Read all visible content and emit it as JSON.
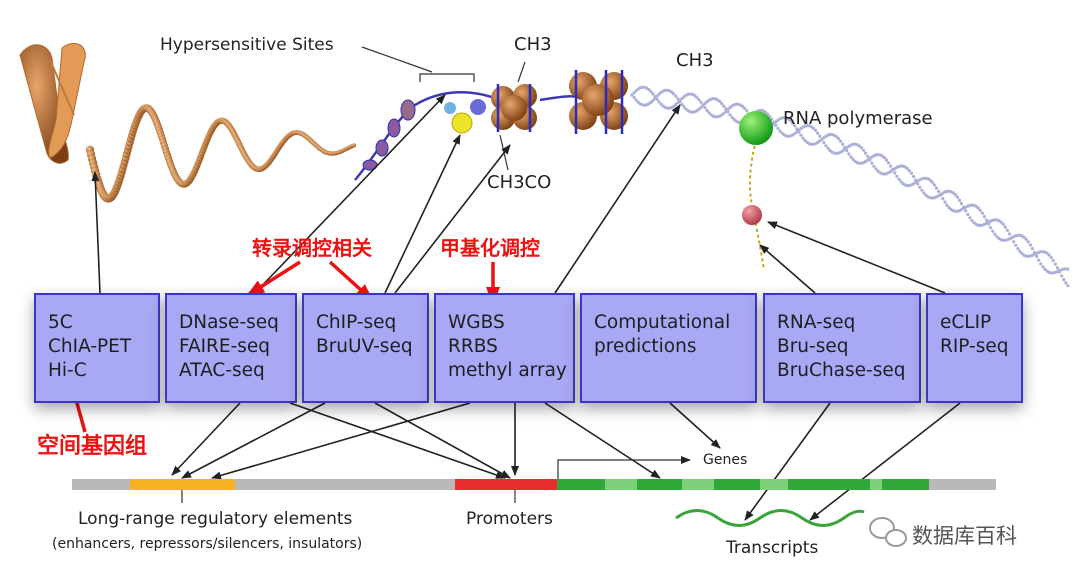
{
  "top_labels": {
    "hypersensitive_sites": "Hypersensitive Sites",
    "ch3_left": "CH3",
    "ch3_right": "CH3",
    "ch3co": "CH3CO",
    "rna_polymerase": "RNA polymerase"
  },
  "red_annotations": {
    "transcription_regulation": "转录调控相关",
    "methylation_regulation": "甲基化调控",
    "spatial_genome": "空间基因组"
  },
  "boxes": [
    {
      "lines": [
        "5C",
        "ChIA-PET",
        "Hi-C"
      ]
    },
    {
      "lines": [
        "DNase-seq",
        "FAIRE-seq",
        "ATAC-seq"
      ]
    },
    {
      "lines": [
        "ChIP-seq",
        "BruUV-seq"
      ]
    },
    {
      "lines": [
        "WGBS",
        "RRBS",
        "methyl array"
      ]
    },
    {
      "lines": [
        "Computational",
        "predictions"
      ]
    },
    {
      "lines": [
        "RNA-seq",
        "Bru-seq",
        "BruChase-seq"
      ]
    },
    {
      "lines": [
        "eCLIP",
        "RIP-seq"
      ]
    }
  ],
  "bottom_labels": {
    "genes": "Genes",
    "long_range": "Long-range regulatory elements",
    "long_range_detail": "(enhancers, repressors/silencers, insulators)",
    "promoters": "Promoters",
    "transcripts": "Transcripts"
  },
  "watermark": "数据库百科",
  "colors": {
    "box_fill": "#a9a8f4",
    "box_border": "#3a36c9",
    "annotation_red": "#e11111",
    "enhancer_yellow": "#f5b324",
    "promoter_red": "#e62e2e",
    "gene_green": "#33a83a",
    "transcript_green": "#3aa33a"
  }
}
